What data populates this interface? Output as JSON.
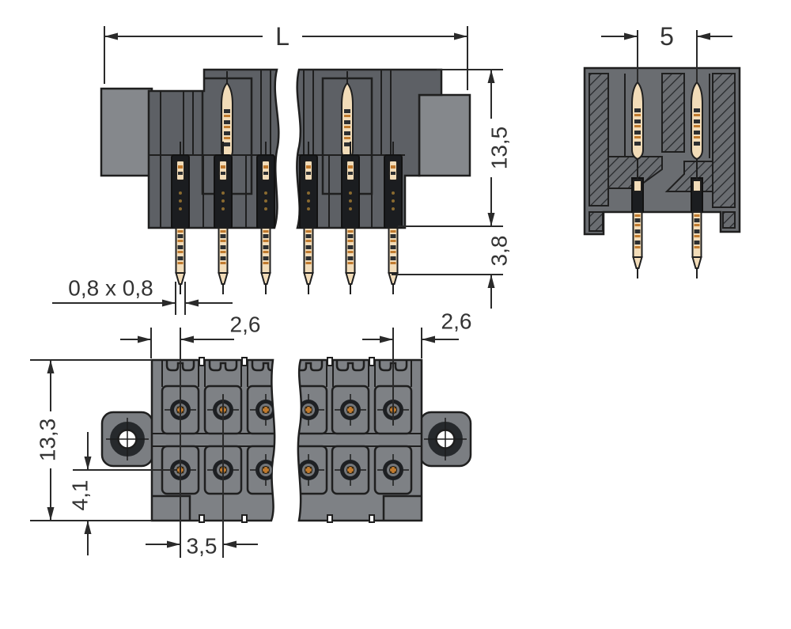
{
  "drawing": {
    "type": "technical-dimension-drawing",
    "dimension_labels": {
      "overall_length": "L",
      "height_above_board": "13,5",
      "pin_protrusion": "3,8",
      "pin_cross_section": "0,8 x 0,8",
      "edge_to_pin_left": "2,6",
      "edge_to_pin_right": "2,6",
      "row_spacing": "5",
      "bottom_height": "13,3",
      "row_offset": "4,1",
      "pin_pitch": "3,5"
    }
  },
  "colors": {
    "body_dark": "#5d6065",
    "body_mid": "#6a6d71",
    "body_light": "#7e8185",
    "flange_light": "#85888c",
    "flange_tab": "#7b7e82",
    "slot_dark": "#1b1d20",
    "pin_tan": "#f2dcb8",
    "pin_copper": "#c07a2e",
    "outline": "#1f1f1f",
    "dim": "#2a2a2a",
    "background": "#ffffff"
  }
}
